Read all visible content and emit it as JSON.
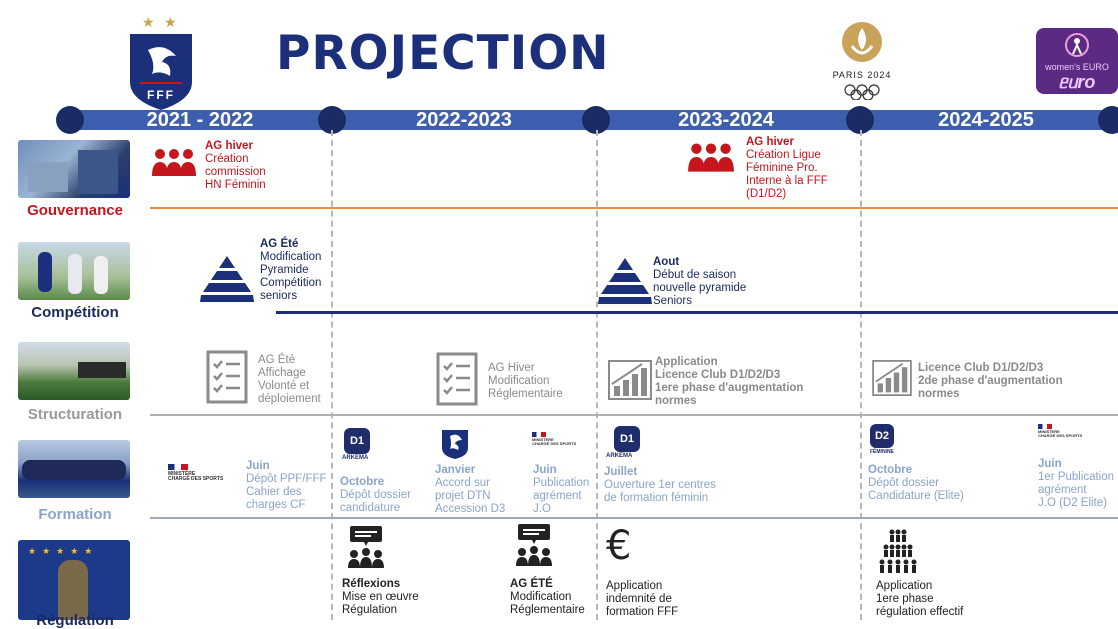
{
  "title": "PROJECTION",
  "logos": {
    "fff": "FFF",
    "paris": "PARIS 2024",
    "euro": "women's EURO"
  },
  "years": [
    "2021 - 2022",
    "2022-2023",
    "2023-2024",
    "2024-2025"
  ],
  "categories": {
    "gouvernance": "Gouvernance",
    "competition": "Compétition",
    "structuration": "Structuration",
    "formation": "Formation",
    "regulation": "Régulation"
  },
  "gouvernance": {
    "e1": {
      "title": "AG hiver",
      "lines": [
        "Création",
        "commission",
        "HN Féminin"
      ]
    },
    "e2": {
      "title": "AG hiver",
      "lines": [
        "Création Ligue",
        "Féminine Pro.",
        "Interne à la FFF",
        "(D1/D2)"
      ]
    }
  },
  "competition": {
    "e1": {
      "title": "AG Été",
      "lines": [
        "Modification",
        "Pyramide",
        "Compétition",
        "seniors"
      ]
    },
    "e2": {
      "title": "Aout",
      "lines": [
        "Début de saison",
        "nouvelle pyramide",
        "Seniors"
      ]
    }
  },
  "structuration": {
    "e1": {
      "title": "AG Été",
      "lines": [
        "Affichage",
        "Volonté et",
        "déploiement"
      ]
    },
    "e2": {
      "title": "AG Hiver",
      "lines": [
        "Modification",
        "Réglementaire"
      ]
    },
    "e3": {
      "title": "Application",
      "lines": [
        "Licence Club D1/D2/D3",
        "1ere phase d'augmentation",
        "normes"
      ]
    },
    "e4": {
      "title": "Licence Club D1/D2/D3",
      "lines": [
        "2de phase d'augmentation",
        "normes"
      ]
    }
  },
  "formation": {
    "ministere": [
      "MINISTÈRE",
      "CHARGÉ DES SPORTS"
    ],
    "e1": {
      "title": "Juin",
      "lines": [
        "Dépôt PPF/FFF",
        "Cahier des",
        "charges CF"
      ]
    },
    "e2": {
      "badge": "D1",
      "brand": "ARKEMA",
      "title": "Octobre",
      "lines": [
        "Dépôt dossier",
        "candidature"
      ]
    },
    "e3": {
      "title": "Janvier",
      "lines": [
        "Accord sur",
        "projet DTN",
        "Accession D3"
      ]
    },
    "e4": {
      "title": "Juin",
      "lines": [
        "Publication",
        "agrément",
        "J.O"
      ]
    },
    "e5": {
      "badge": "D1",
      "brand": "ARKEMA",
      "title": "Juillet",
      "lines": [
        "Ouverture 1er centres",
        "de formation féminin"
      ]
    },
    "e6": {
      "badge": "D2",
      "brand": "FÉMININE",
      "title": "Octobre",
      "lines": [
        "Dépôt dossier",
        "Candidature (Elite)"
      ]
    },
    "e7": {
      "title": "Juin",
      "lines": [
        "1er Publication",
        "agrément",
        "J.O (D2 Elite)"
      ]
    }
  },
  "regulation": {
    "e1": {
      "title": "Réflexions",
      "lines": [
        "Mise en œuvre",
        "Régulation"
      ]
    },
    "e2": {
      "title": "AG ÉTÉ",
      "lines": [
        "Modification",
        "Réglementaire"
      ]
    },
    "e3": {
      "symbol": "€",
      "lines": [
        "Application",
        "indemnité de",
        "formation FFF"
      ]
    },
    "e4": {
      "lines": [
        "Application",
        "1ere phase",
        "régulation effectif"
      ]
    }
  },
  "colors": {
    "navy": "#1b2f7a",
    "timeline": "#3e5fb0",
    "red": "#c4161c",
    "orange": "#f08a3c"
  }
}
